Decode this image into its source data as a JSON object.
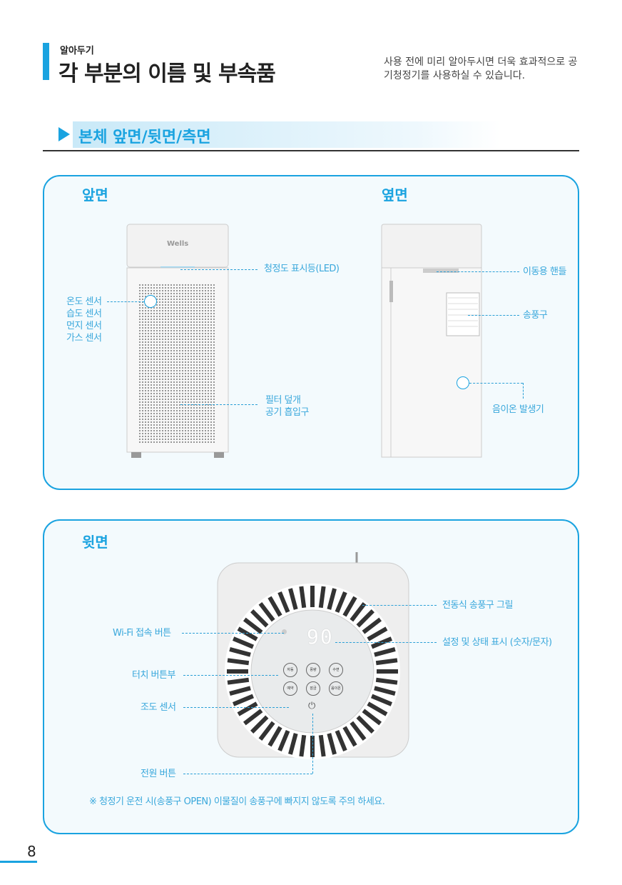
{
  "header": {
    "kicker": "알아두기",
    "title": "각 부분의 이름 및 부속품",
    "intro": "사용 전에 미리 알아두시면 더욱 효과적으로 공기청정기를 사용하실 수 있습니다."
  },
  "section": {
    "title": "본체 앞면/뒷면/측면"
  },
  "front_side_panel": {
    "front_heading": "앞면",
    "side_heading": "옆면",
    "front_labels": {
      "led": "청정도 표시등(LED)",
      "sensors": [
        "온도 센서",
        "습도 센서",
        "먼지 센서",
        "가스 센서"
      ],
      "filter": [
        "필터 덮개",
        "공기 흡입구"
      ]
    },
    "brand": "Wells",
    "side_labels": {
      "handle": "이동용 핸들",
      "outlet": "송풍구",
      "ionizer": "음이온 발생기"
    }
  },
  "top_panel": {
    "heading": "윗면",
    "labels": {
      "grill": "전동식 송풍구 그릴",
      "display": "설정 및 상태 표시 (숫자/문자)",
      "wifi": "Wi-Fi 접속 버튼",
      "touch": "터치 버튼부",
      "light_sensor": "조도 센서",
      "power": "전원 버튼"
    },
    "display_value": "90",
    "buttons_row1": [
      "자동",
      "풍량",
      "수면"
    ],
    "buttons_row2": [
      "예약",
      "잠금",
      "음이온"
    ],
    "note": "※ 청정기 운전 시(송풍구 OPEN) 이물질이 송풍구에 빠지지 않도록 주의 하세요."
  },
  "page_number": "8",
  "colors": {
    "accent": "#1aa3e0",
    "label": "#3aa8dc"
  }
}
